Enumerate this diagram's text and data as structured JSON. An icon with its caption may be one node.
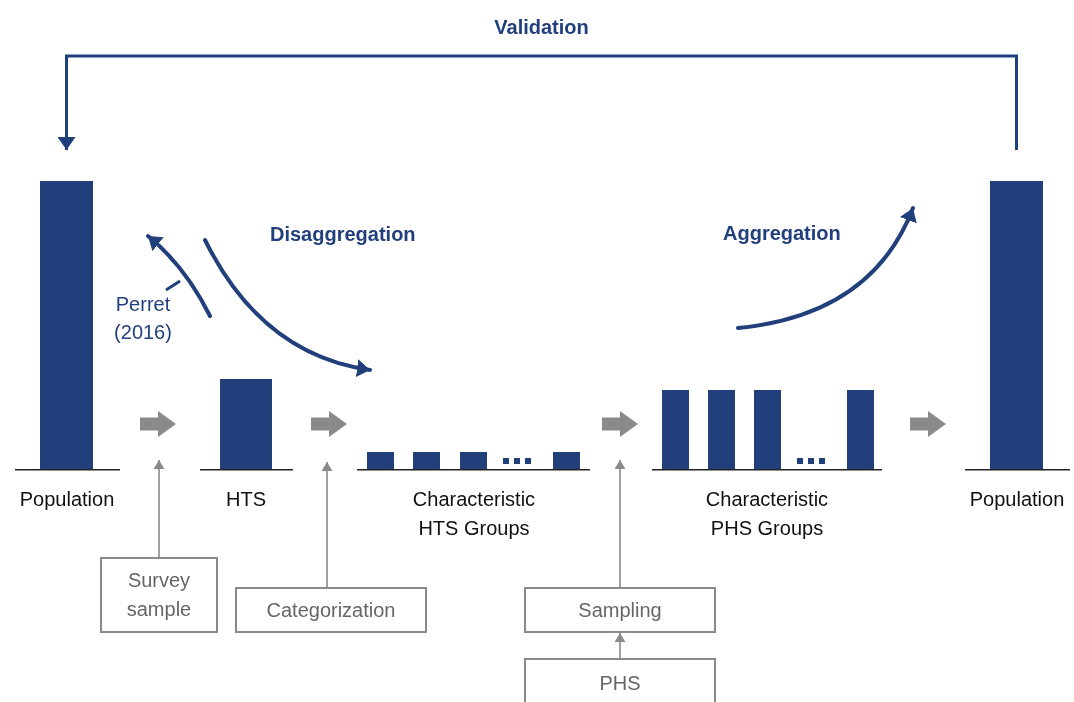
{
  "diagram": {
    "nodes": [
      {
        "text": [
          "Population"
        ]
      },
      {
        "text": [
          "HTS"
        ]
      },
      {
        "text": [
          "Characteristic HTS Groups"
        ]
      },
      {
        "text": [
          "Characteristic PHS Groups"
        ]
      },
      {
        "text": [
          "Population"
        ]
      },
      {
        "text": [
          "Perret (2016)"
        ]
      },
      {
        "text": [
          "Survey sample"
        ]
      },
      {
        "text": [
          "Categorization"
        ]
      },
      {
        "text": [
          "Sampling"
        ]
      },
      {
        "text": [
          "PHS"
        ]
      }
    ],
    "edges": [
      {
        "from": 0,
        "to": 1,
        "arrow": "to",
        "style": "thick"
      },
      {
        "from": 1,
        "to": 2,
        "arrow": "to",
        "style": "thick"
      },
      {
        "from": 2,
        "to": 3,
        "arrow": "to",
        "style": "thick"
      },
      {
        "from": 3,
        "to": 4,
        "arrow": "to",
        "style": "thick"
      },
      {
        "from": 4,
        "to": 0,
        "arrow": "to",
        "label": "Validation",
        "color": "#213f7a"
      },
      {
        "from": 5,
        "to": null,
        "arrow": "none",
        "color": "#213f7a"
      },
      {
        "from": 6,
        "to": null,
        "arrow": "to"
      },
      {
        "from": 7,
        "to": null,
        "arrow": "to"
      },
      {
        "from": 9,
        "to": 8,
        "arrow": "to"
      },
      {
        "from": 8,
        "to": null,
        "arrow": "to"
      }
    ],
    "labels": [
      "Disaggregation",
      "Aggregation"
    ]
  }
}
